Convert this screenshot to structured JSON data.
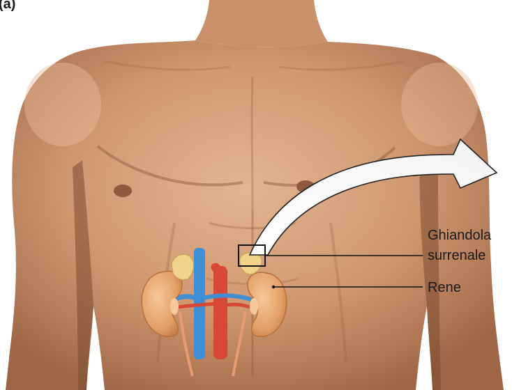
{
  "figure": {
    "panel_label": "(a)",
    "labels": {
      "adrenal_line1": "Ghiandola",
      "adrenal_line2": "surrenale",
      "kidney": "Rene"
    }
  },
  "colors": {
    "skin_light": "#dcaa85",
    "skin_mid": "#c48c66",
    "skin_dark": "#8e5a3c",
    "kidney": "#e7a56d",
    "kidney_hilum": "#f4c9a0",
    "adrenal": "#efd38a",
    "vein": "#3f8fd6",
    "artery": "#d94836",
    "arrow_fill": "#ffffff",
    "leader_line": "#111111"
  }
}
